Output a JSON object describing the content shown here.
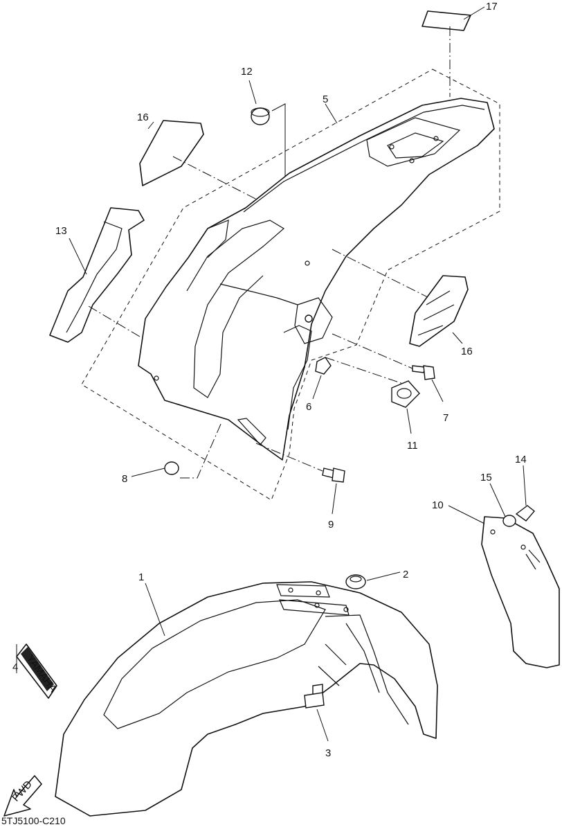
{
  "diagram_code": "5TJ5100-C210",
  "decal_text": "YAMAHA",
  "arrow_text": "FWD",
  "callouts": {
    "c1": "1",
    "c2": "2",
    "c3": "3",
    "c4": "4",
    "c5": "5",
    "c6": "6",
    "c7": "7",
    "c8": "8",
    "c9": "9",
    "c10": "10",
    "c11": "11",
    "c12": "12",
    "c13": "13",
    "c14": "14",
    "c15": "15",
    "c16a": "16",
    "c16b": "16",
    "c17": "17"
  }
}
